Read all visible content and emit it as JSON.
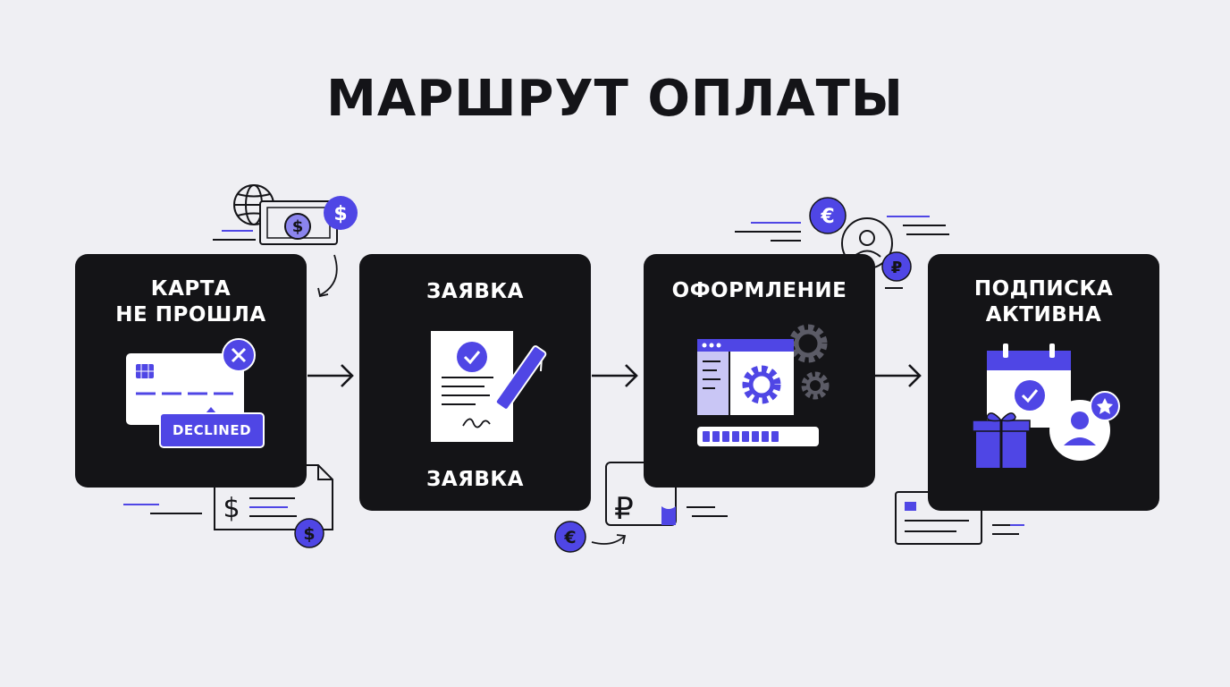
{
  "title": "МАРШРУТ ОПЛАТЫ",
  "steps": [
    {
      "lines": [
        "КАРТА",
        "НЕ ПРОШЛА"
      ],
      "badge": "DECLINED"
    },
    {
      "lines": [
        "ЗАЯВКА"
      ],
      "caption": "ЗАЯВКА"
    },
    {
      "lines": [
        "ОФОРМЛЕНИЕ"
      ]
    },
    {
      "lines": [
        "ПОДПИСКА",
        "АКТИВНА"
      ]
    }
  ],
  "decor": {
    "dollar_symbol": "$",
    "euro_symbol": "€",
    "ruble_symbol": "₽"
  },
  "colors": {
    "background": "#efeff3",
    "card": "#141417",
    "accent": "#4f46e5",
    "text": "#141418"
  },
  "icons": [
    "globe-icon",
    "banknote-icon",
    "dollar-coin-icon",
    "credit-card-icon",
    "close-icon",
    "document-icon",
    "check-icon",
    "pen-icon",
    "browser-window-icon",
    "gear-icon",
    "progress-bar-icon",
    "calendar-icon",
    "gift-icon",
    "user-avatar-icon",
    "star-icon",
    "euro-coin-icon",
    "ruble-coin-icon",
    "receipt-icon",
    "arrow-right-icon"
  ]
}
